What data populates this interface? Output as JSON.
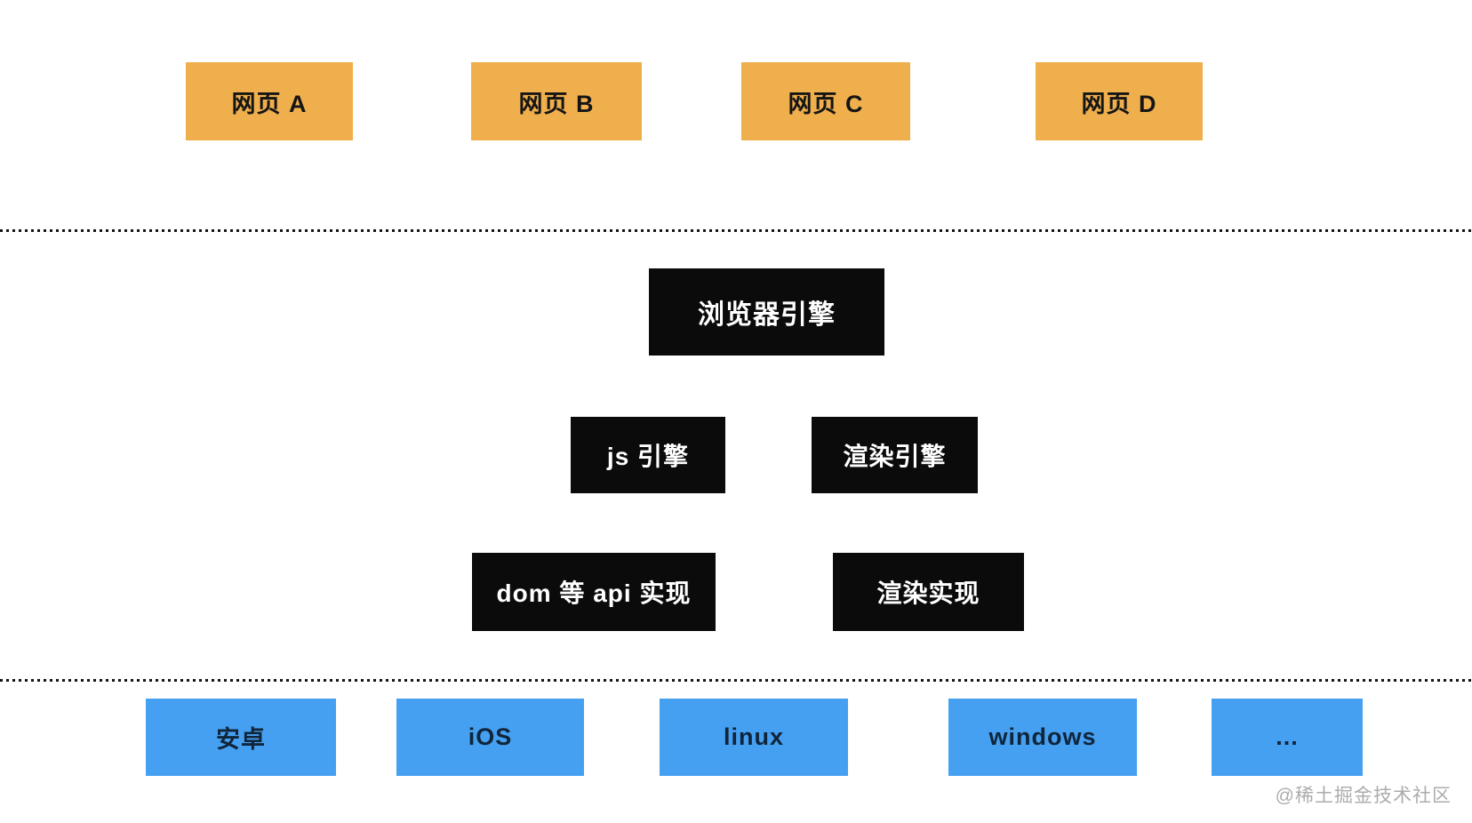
{
  "diagram": {
    "pages": [
      {
        "label": "网页 A"
      },
      {
        "label": "网页 B"
      },
      {
        "label": "网页 C"
      },
      {
        "label": "网页 D"
      }
    ],
    "browser_engine": {
      "label": "浏览器引擎"
    },
    "engine_row": [
      {
        "label": "js 引擎"
      },
      {
        "label": "渲染引擎"
      }
    ],
    "impl_row": [
      {
        "label": "dom 等 api 实现"
      },
      {
        "label": "渲染实现"
      }
    ],
    "platforms": [
      {
        "label": "安卓"
      },
      {
        "label": "iOS"
      },
      {
        "label": "linux"
      },
      {
        "label": "windows"
      },
      {
        "label": "..."
      }
    ],
    "watermark": "@稀土掘金技术社区"
  },
  "colors": {
    "page_box": "#F0AF4D",
    "engine_box": "#0B0B0B",
    "engine_text": "#FFFFFF",
    "platform_box": "#45A0F1",
    "dotted_line": "#141414",
    "watermark": "#ACACAC",
    "background": "#FFFFFF"
  }
}
